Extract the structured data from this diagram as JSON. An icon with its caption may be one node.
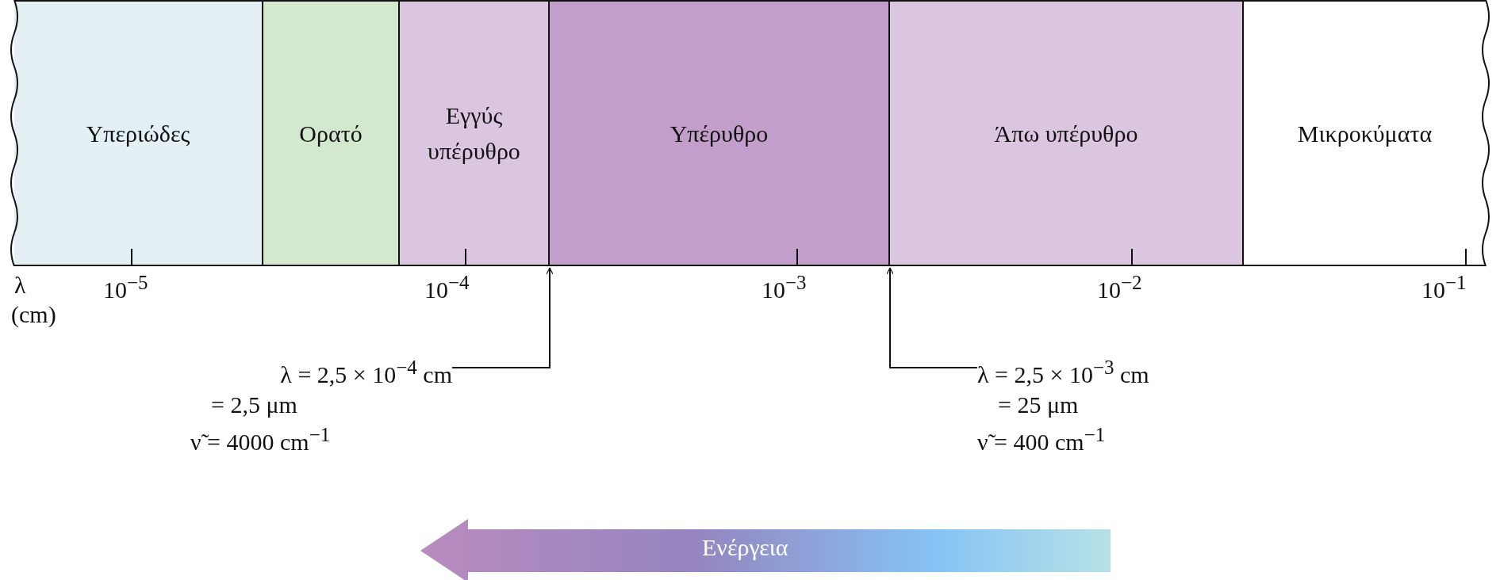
{
  "diagram": {
    "nodes": [
      {
        "text": [
          "Υπεριώδες"
        ]
      },
      {
        "text": [
          "Ορατό"
        ]
      },
      {
        "text": [
          "Εγγύς υπέρυθρο"
        ]
      },
      {
        "text": [
          "Υπέρυθρο"
        ]
      },
      {
        "text": [
          "Άπω υπέρυθρο"
        ]
      },
      {
        "text": [
          "Μικροκύματα"
        ]
      },
      {
        "text": [
          "λ = 2,5 × 10$^{−4}$ cm",
          "= 2,5 μm",
          "ν̃ = 4000 cm$^{−1}$"
        ]
      },
      {
        "text": [
          "λ = 2,5 × 10$^{−3}$ cm",
          "= 25 μm",
          "ν̃ = 400 cm$^{−1}$"
        ]
      }
    ],
    "edges": [
      {
        "from": 6,
        "to": 2,
        "arrow": "to"
      },
      {
        "from": 7,
        "to": 3,
        "arrow": "to"
      }
    ],
    "labels": [
      "λ",
      "(cm)",
      "10$^{−5}$",
      "10$^{−4}$",
      "10$^{−3}$",
      "10$^{−2}$",
      "10$^{−1}$",
      "Ενέργεια"
    ]
  }
}
